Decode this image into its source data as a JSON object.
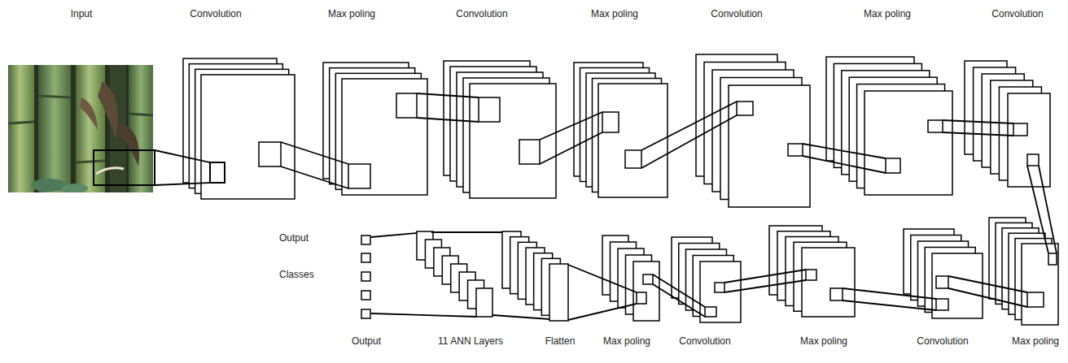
{
  "diagram": {
    "nodes": [
      {
        "text": [
          "Input"
        ]
      },
      {
        "text": [
          "Convolution"
        ]
      },
      {
        "text": [
          "Max poling"
        ]
      },
      {
        "text": [
          "Convolution"
        ]
      },
      {
        "text": [
          "Max poling"
        ]
      },
      {
        "text": [
          "Convolution"
        ]
      },
      {
        "text": [
          "Max poling"
        ]
      },
      {
        "text": [
          "Convolution"
        ]
      },
      {
        "text": [
          "Output"
        ]
      },
      {
        "text": [
          "11 ANN Layers"
        ]
      },
      {
        "text": [
          "Flatten"
        ]
      },
      {
        "text": [
          "Max poling"
        ]
      },
      {
        "text": [
          "Convolution"
        ]
      },
      {
        "text": [
          "Max poling"
        ]
      },
      {
        "text": [
          "Convolution"
        ]
      },
      {
        "text": [
          "Max poling"
        ]
      }
    ],
    "edges": [
      {
        "from": 0,
        "to": 1,
        "arrow": "none"
      },
      {
        "from": 1,
        "to": 2,
        "arrow": "none"
      },
      {
        "from": 2,
        "to": 3,
        "arrow": "none"
      },
      {
        "from": 3,
        "to": 4,
        "arrow": "none"
      },
      {
        "from": 4,
        "to": 5,
        "arrow": "none"
      },
      {
        "from": 5,
        "to": 6,
        "arrow": "none"
      },
      {
        "from": 6,
        "to": 7,
        "arrow": "none"
      },
      {
        "from": 7,
        "to": 15,
        "arrow": "none"
      },
      {
        "from": 15,
        "to": 14,
        "arrow": "none"
      },
      {
        "from": 14,
        "to": 13,
        "arrow": "none"
      },
      {
        "from": 13,
        "to": 12,
        "arrow": "none"
      },
      {
        "from": 12,
        "to": 11,
        "arrow": "none"
      },
      {
        "from": 11,
        "to": 10,
        "arrow": "none"
      },
      {
        "from": 10,
        "to": 9,
        "arrow": "none"
      },
      {
        "from": 9,
        "to": 8,
        "arrow": "none"
      }
    ],
    "labels": [
      "Output",
      "Classes"
    ]
  }
}
